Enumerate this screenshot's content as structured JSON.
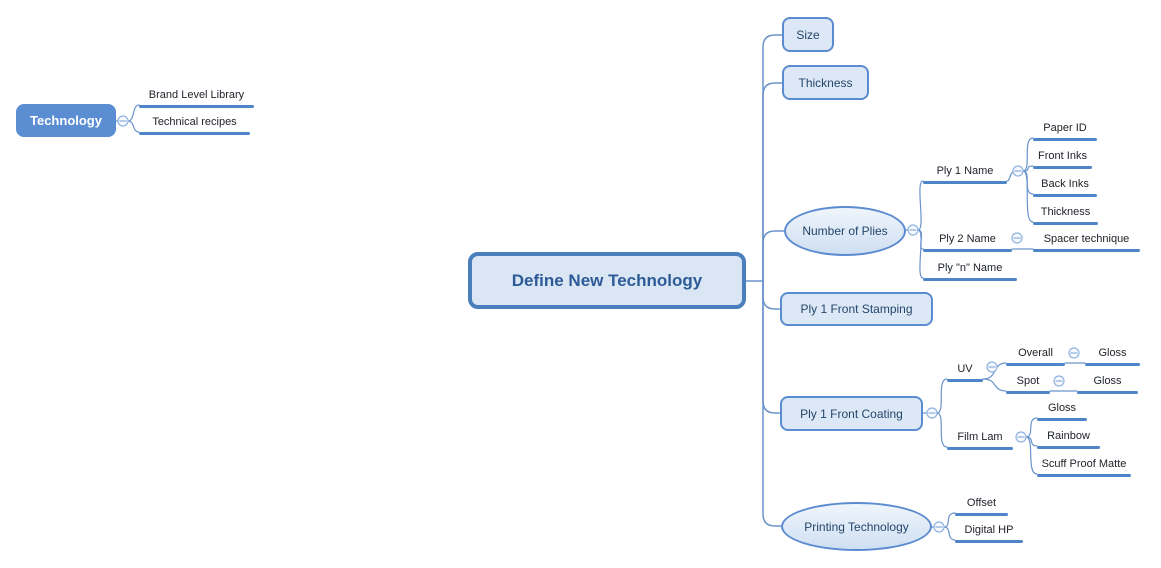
{
  "colors": {
    "canvas-bg": "#ffffff",
    "line": "#6a93cc",
    "underline": "#4e84c8",
    "topic-fill": "#dde8f6",
    "topic-border": "#5b8bd0",
    "topic-text": "#24466b",
    "central-fill": "#dbe6f4",
    "central-border": "#4a7ebd",
    "central-text": "#2d5b98",
    "floating-fill": "#5b8dd3",
    "floating-text": "#ffffff",
    "icon-stroke": "#8fb3e0",
    "label-text": "#20242b"
  },
  "mindmap": {
    "floating_topic": {
      "label": "Technology",
      "children": [
        {
          "label": "Brand Level Library"
        },
        {
          "label": "Technical recipes"
        }
      ]
    },
    "central_topic": {
      "label": "Define New Technology"
    },
    "main_topics": [
      {
        "label": "Size"
      },
      {
        "label": "Thickness"
      },
      {
        "label": "Number of Plies",
        "children": [
          {
            "label": "Ply 1 Name",
            "children": [
              {
                "label": "Paper ID"
              },
              {
                "label": "Front Inks"
              },
              {
                "label": "Back Inks"
              },
              {
                "label": "Thickness"
              }
            ]
          },
          {
            "label": "Ply 2 Name",
            "children": [
              {
                "label": "Spacer technique"
              }
            ]
          },
          {
            "label": "Ply \"n\" Name"
          }
        ]
      },
      {
        "label": "Ply 1 Front Stamping"
      },
      {
        "label": "Ply 1 Front Coating",
        "children": [
          {
            "label": "UV",
            "children": [
              {
                "label": "Overall",
                "children": [
                  {
                    "label": "Gloss"
                  }
                ]
              },
              {
                "label": "Spot",
                "children": [
                  {
                    "label": "Gloss"
                  }
                ]
              }
            ]
          },
          {
            "label": "Film Lam",
            "children": [
              {
                "label": "Gloss"
              },
              {
                "label": "Rainbow"
              },
              {
                "label": "Scuff Proof Matte"
              }
            ]
          }
        ]
      },
      {
        "label": "Printing Technology",
        "children": [
          {
            "label": "Offset"
          },
          {
            "label": "Digital HP"
          }
        ]
      }
    ]
  }
}
